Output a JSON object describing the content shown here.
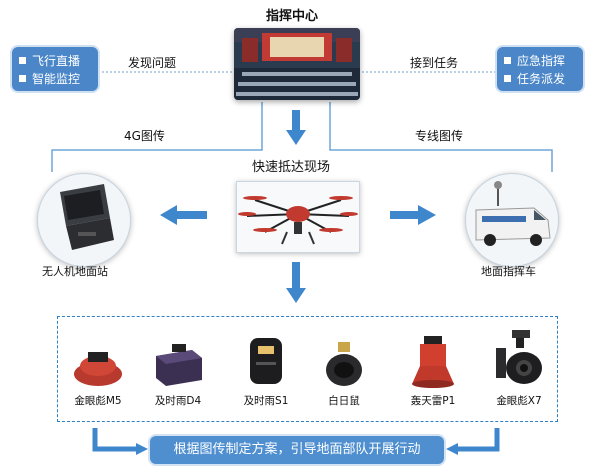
{
  "center": {
    "title": "指挥中心",
    "label_find": "发现问题",
    "label_task": "接到任务",
    "label_4g": "4G图传",
    "label_line": "专线图传",
    "label_arrive": "快速抵达现场"
  },
  "left_box": {
    "items": [
      "飞行直播",
      "智能监控"
    ]
  },
  "right_box": {
    "items": [
      "应急指挥",
      "任务派发"
    ]
  },
  "ground_station": {
    "label": "无人机地面站"
  },
  "command_vehicle": {
    "label": "地面指挥车"
  },
  "products": [
    {
      "name": "金眼彪M5"
    },
    {
      "name": "及时雨D4"
    },
    {
      "name": "及时雨S1"
    },
    {
      "name": "白日鼠"
    },
    {
      "name": "轰天雷P1"
    },
    {
      "name": "金眼彪X7"
    }
  ],
  "bottom_banner": "根据图传制定方案，引导地面部队开展行动",
  "colors": {
    "accent_blue": "#4a86c8",
    "arrow_blue": "#3f87cc",
    "line_blue": "#6fa5d8"
  }
}
